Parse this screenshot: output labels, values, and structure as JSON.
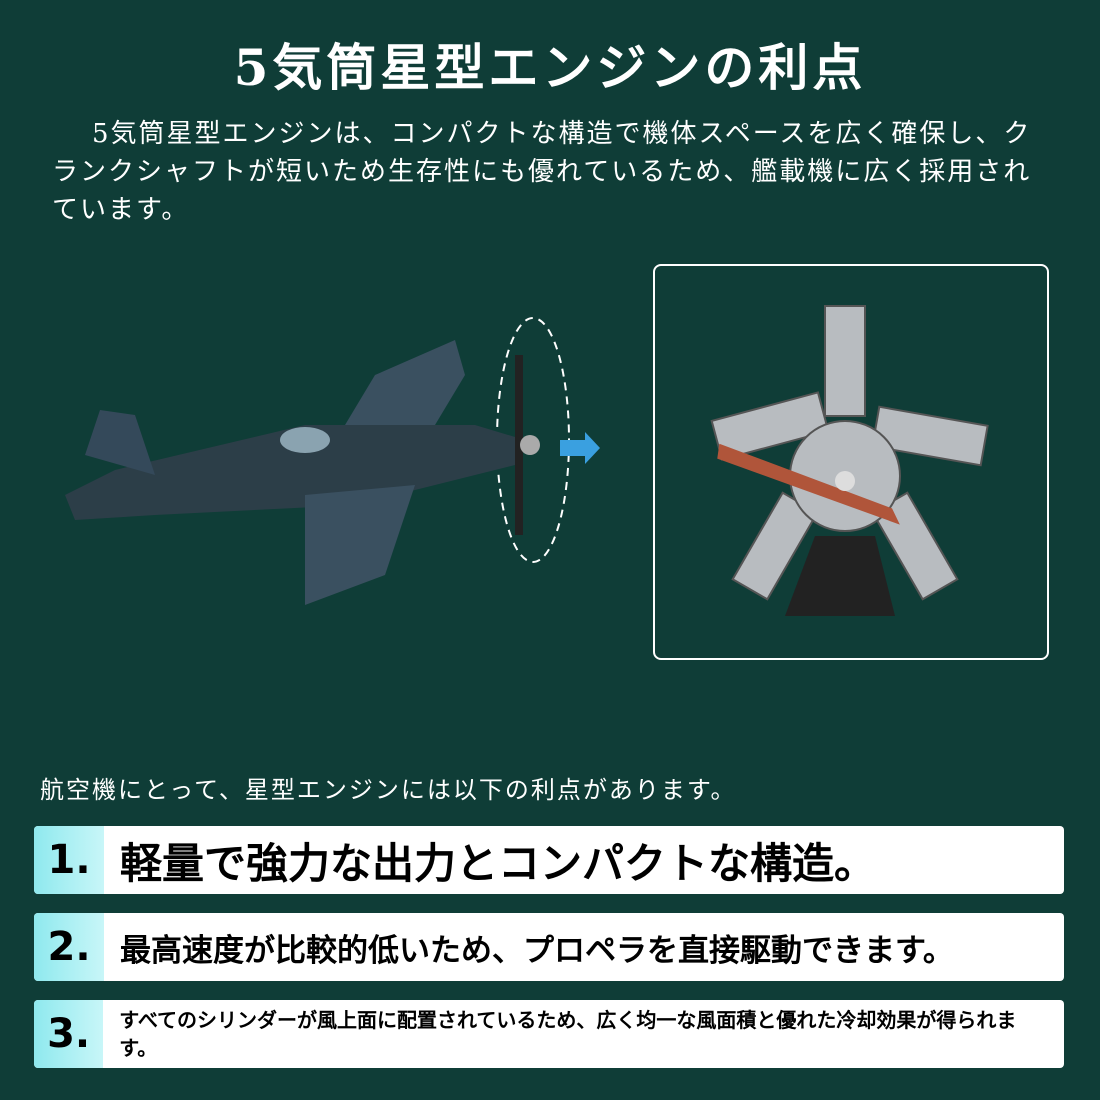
{
  "title": "5気筒星型エンジンの利点",
  "intro": "5気筒星型エンジンは、コンパクトな構造で機体スペースを広く確保し、クランクシャフトが短いため生存性にも優れているため、艦載機に広く採用されています。",
  "lead": "航空機にとって、星型エンジンには以下の利点があります。",
  "items": [
    {
      "num": "1.",
      "text": "軽量で強力な出力とコンパクトな構造。"
    },
    {
      "num": "2.",
      "text": "最高速度が比較的低いため、プロペラを直接駆動できます。"
    },
    {
      "num": "3.",
      "text": "すべてのシリンダーが風上面に配置されているため、広く均一な風面積と優れた冷却効果が得られます。"
    }
  ],
  "colors": {
    "background": "#0f3d37",
    "accent": "#8fe9ee",
    "arrow": "#3aa0e0"
  }
}
